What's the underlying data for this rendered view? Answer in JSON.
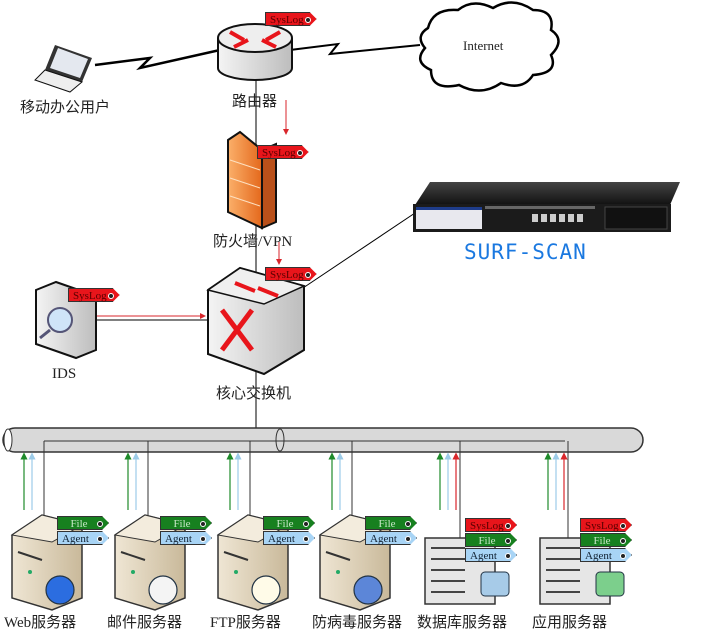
{
  "diagram": {
    "nodes": {
      "mobile_user": {
        "label": "移动办公用户",
        "icon": "laptop-icon"
      },
      "router": {
        "label": "路由器",
        "icon": "router-icon",
        "tags": [
          "SysLog"
        ]
      },
      "internet": {
        "label": "Internet",
        "icon": "cloud-icon"
      },
      "firewall": {
        "label": "防火墙/VPN",
        "icon": "firewall-icon",
        "tags": [
          "SysLog"
        ]
      },
      "surf_scan": {
        "label": "SURF-SCAN",
        "icon": "appliance-icon"
      },
      "ids": {
        "label": "IDS",
        "icon": "ids-icon",
        "tags": [
          "SysLog"
        ]
      },
      "core_switch": {
        "label": "核心交换机",
        "icon": "switch-icon",
        "tags": [
          "SysLog"
        ]
      }
    },
    "servers": [
      {
        "label": "Web服务器",
        "icon": "globe-icon",
        "tags": [
          "File",
          "Agent"
        ]
      },
      {
        "label": "邮件服务器",
        "icon": "envelope-icon",
        "tags": [
          "File",
          "Agent"
        ]
      },
      {
        "label": "FTP服务器",
        "icon": "folder-icon",
        "tags": [
          "File",
          "Agent"
        ]
      },
      {
        "label": "防病毒服务器",
        "icon": "shield-globe-icon",
        "tags": [
          "File",
          "Agent"
        ]
      },
      {
        "label": "数据库服务器",
        "icon": "database-icon",
        "tags": [
          "SysLog",
          "File",
          "Agent"
        ]
      },
      {
        "label": "应用服务器",
        "icon": "money-icon",
        "tags": [
          "SysLog",
          "File",
          "Agent"
        ]
      }
    ],
    "tag_labels": {
      "syslog": "SysLog",
      "file": "File",
      "agent": "Agent"
    },
    "colors": {
      "syslog": "#e8151b",
      "file": "#17801f",
      "agent": "#a8d4f5",
      "brand": "#1a78e0"
    }
  }
}
